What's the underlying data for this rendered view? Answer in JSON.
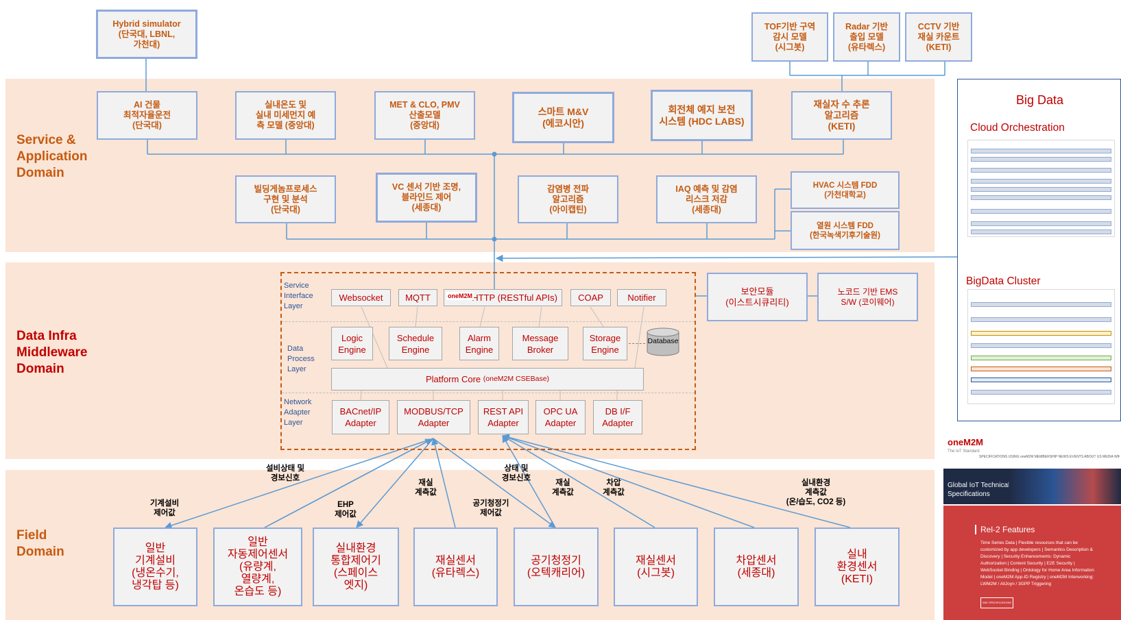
{
  "domains": {
    "service": "Service &\nApplication\nDomain",
    "infra": "Data Infra\nMiddleware\nDomain",
    "field": "Field\nDomain"
  },
  "top_external": {
    "hybrid": "Hybrid simulator\n(단국대, LBNL,\n가천대)",
    "tof": "TOF기반 구역\n감시 모델\n(시그봇)",
    "radar": "Radar 기반\n출입 모델\n(유타렉스)",
    "cctv": "CCTV 기반\n재실 카운트\n(KETI)"
  },
  "services_row1": [
    "AI 건물\n최적자율운전\n(단국대)",
    "실내온도 및\n실내 미세먼지 예\n측 모델 (중앙대)",
    "MET & CLO, PMV\n산출모델\n(중앙대)",
    "스마트 M&V\n(에코시안)",
    "회전체 예지 보전\n시스템 (HDC LABS)",
    "재실자 수 추론\n알고리즘\n(KETI)"
  ],
  "services_row2": [
    "빌딩게놈프로세스\n구현 및 분석\n(단국대)",
    "VC 센서 기반 조명,\n블라인드 제어\n(세종대)",
    "감염병 전파\n알고리즘\n(아이캡틴)",
    "IAQ 예측 및 감염\n리스크 저감\n(세종대)"
  ],
  "fdd": [
    "HVAC 시스템 FDD\n(가천대학교)",
    "열원 시스템 FDD\n(한국녹색기후기술원)"
  ],
  "middleware": {
    "layers": [
      "Service\nInterface\nLayer",
      "Data\nProcess\nLayer",
      "Network\nAdapter\nLayer"
    ],
    "interfaces": [
      "Websocket",
      "MQTT",
      "HTTP (RESTful APIs)",
      "COAP",
      "Notifier"
    ],
    "engines": [
      "Logic\nEngine",
      "Schedule\nEngine",
      "Alarm\nEngine",
      "Message\nBroker",
      "Storage\nEngine"
    ],
    "database": "Database",
    "core": "Platform Core",
    "core_sub": "(oneM2M CSEBase)",
    "adapters": [
      "BACnet/IP\nAdapter",
      "MODBUS/TCP\nAdapter",
      "REST API\nAdapter",
      "OPC UA\nAdapter",
      "DB I/F\nAdapter"
    ],
    "onem2m_logo": "oneM2M"
  },
  "side_boxes": {
    "security": "보안모듈\n(이스트시큐리티)",
    "nocode": "노코드 기반 EMS\nS/W (코이웨어)"
  },
  "field_devices": [
    "일반\n기계설비\n(냉온수기,\n냉각탑 등)",
    "일반\n자동제어센서\n(유량계,\n열량계,\n온습도 등)",
    "실내환경\n통합제어기\n(스페이스\n엣지)",
    "재실센서\n(유타렉스)",
    "공기청정기\n(오텍캐리어)",
    "재실센서\n(시그봇)",
    "차압센서\n(세종대)",
    "실내\n환경센서\n(KETI)"
  ],
  "edge_labels": [
    "설비상태 및\n경보신호",
    "기계설비\n제어값",
    "EHP\n제어값",
    "재실\n계측값",
    "공기청정기\n제어값",
    "상태 및\n경보신호",
    "재실\n계측값",
    "차압\n계측값",
    "실내환경\n계측값\n(온/습도, CO2 등)"
  ],
  "big_data": {
    "title": "Big Data",
    "cloud": "Cloud Orchestration",
    "cluster": "BigData Cluster"
  },
  "onem2m_panel": {
    "logo": "oneM2M",
    "tagline": "The IoT Standard",
    "nav": "SPECIFICATIONS  USING oneM2M  MEMBERSHIP  NEWS  EVENTS  ABOUT US  MEDIA  WIKI",
    "heading": "Global IoT Technical\nSpecifications",
    "rel": "Rel-2 Features",
    "features": "Time Series Data | Flexible resources that can be customized by app developers | Semantics Description & Discovery | Security Enhancements: Dynamic Authorization | Content Security | E2E Security | WebSocket Binding | Ontology for Home Area Information Model | oneM2M App-ID Registry | oneM2M Interworking: LWM2M / AllJoyn / 3GPP Triggering",
    "button": "SEE SPECIFICATIONS"
  },
  "colors": {
    "band": "#fbe5d6",
    "box_border": "#8faadc",
    "line": "#5b9bd5",
    "accent": "#c55a11",
    "red": "#c00000"
  }
}
